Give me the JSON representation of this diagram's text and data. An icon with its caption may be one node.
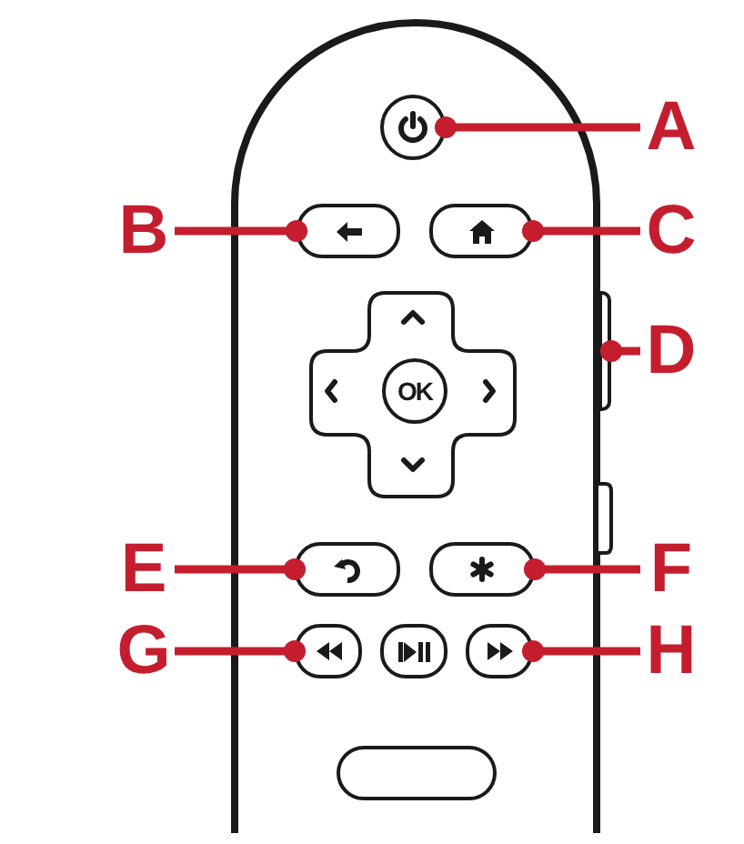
{
  "diagram": {
    "nodes": [
      {
        "text": [
          "A"
        ]
      },
      {
        "text": [
          "B"
        ]
      },
      {
        "text": [
          "C"
        ]
      },
      {
        "text": [
          "D"
        ]
      },
      {
        "text": [
          "E"
        ]
      },
      {
        "text": [
          "F"
        ]
      },
      {
        "text": [
          "G"
        ]
      },
      {
        "text": [
          "H"
        ]
      },
      {
        "text": [],
        "shape": "circle"
      },
      {
        "text": [],
        "shape": "box"
      },
      {
        "text": [],
        "shape": "box"
      },
      {
        "text": [],
        "shape": "bar"
      },
      {
        "text": [],
        "shape": "box"
      },
      {
        "text": [],
        "shape": "box"
      },
      {
        "text": [],
        "shape": "box"
      },
      {
        "text": [],
        "shape": "box"
      },
      {
        "text": [],
        "shape": "box"
      },
      {
        "text": [],
        "shape": "box"
      }
    ],
    "edges": [
      {
        "from": 0,
        "to": 8,
        "arrow": "other"
      },
      {
        "from": 1,
        "to": 9,
        "arrow": "other"
      },
      {
        "from": 2,
        "to": 10,
        "arrow": "other"
      },
      {
        "from": 3,
        "to": 11,
        "arrow": "other"
      },
      {
        "from": 4,
        "to": 12,
        "arrow": "other"
      },
      {
        "from": 5,
        "to": 13,
        "arrow": "other"
      },
      {
        "from": 6,
        "to": 14,
        "arrow": "other"
      },
      {
        "from": 7,
        "to": 15,
        "arrow": "other"
      }
    ],
    "labels": [
      "OK"
    ]
  }
}
